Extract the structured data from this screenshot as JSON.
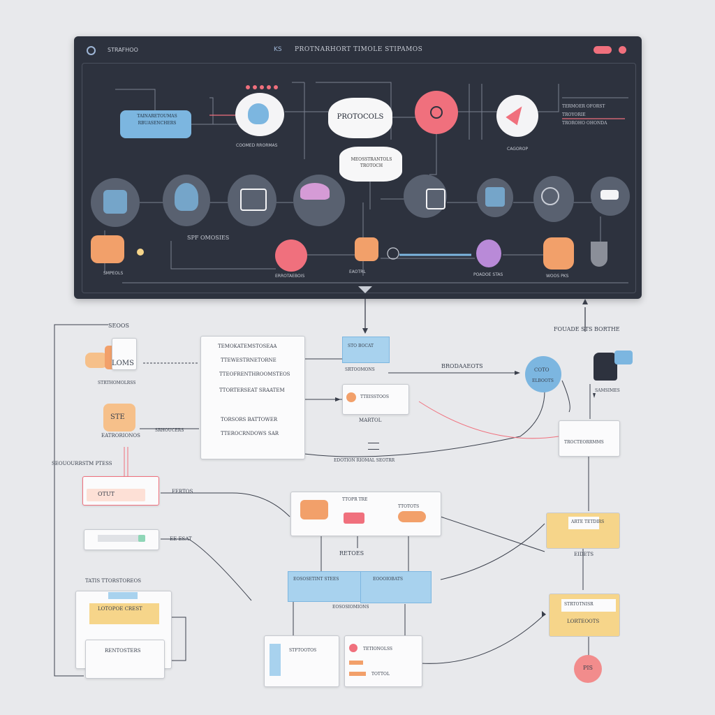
{
  "window": {
    "title": "PROTNARHORT TIMOLE STIPAMOS",
    "menu_label": "STRAFHOO",
    "back_label": "KS"
  },
  "top_nodes": {
    "left_pill": "TAINARETOUMAS\nRBUASENCHERS",
    "flow_box": "PROTOCOLS",
    "speech_bubble": "MEOSSTRANTOLS\nTROTOCH",
    "right_note": "TERMOER OFORST\nTROYORIE\nTROROHO OHONDA",
    "cloud_label": "COOMED RRORMAS",
    "bubble_label": "CAGOROP",
    "row_label": "SPF OMOSIES"
  },
  "bottom_labels": {
    "l1": "SMPEOLS",
    "l2": "ERROTAEBOIS",
    "l3": "EAOTRL",
    "l4": "POADOE STAS",
    "l5": "WOOS PKS"
  },
  "diagram": {
    "top_left_label": "SEOOS",
    "top_right_label": "FOUADE STS BORTHE",
    "left_node_1": "LOMS",
    "left_node_1_sub": "STRTHOMOLRSS",
    "left_node_2": "STE",
    "left_node_2_sub": "EATRORIONOS",
    "left_node_2_side": "SRHOUCERS",
    "left_caption": "SEOUOURRSTM PTESS",
    "panel_rows": [
      "TEMOKATEMSTOSEAA",
      "TTEWESTRNETORNE",
      "TTEOFRENTHROOMSTEOS",
      "TTORTERSEAT SRAATEM",
      "TORSORS BATTOWER",
      "TTEROCRNDOWS SAR"
    ],
    "center_top_box": "STO BOCAT",
    "center_top_label": "SRTOOMONS",
    "center_card": "TTEISSTOOS",
    "center_card_sub": "MARTOL",
    "center_conn_label": "EDOTION RIOMAL SEOTRR",
    "side_label": "BRODAAEOTS",
    "right_bubble": "COTO",
    "right_bubble_sub": "ELBOOTS",
    "right_node_label": "SAMSIMES",
    "right_box_1": "TROCTEORRMMS",
    "left_mid_1": "OTUT",
    "left_mid_1_label": "FERTOS",
    "left_mid_2_label": "EE ESAT",
    "left_mid_caption": "TATIS TTORSTOREOS",
    "mid_wide_label": "TTOPR TRE",
    "mid_wide_right": "TTOTOTS",
    "mid_label_below": "RETOES",
    "mid_blue_left": "EOSOSETINT STEES",
    "mid_blue_right": "EOOOIOBATS",
    "mid_blue_caption": "EOSOSIOMIONS",
    "bottom_left_header": "LOTOPOE CREST",
    "bottom_left_sub": "RENTOSTERS",
    "bottom_mid_left": "STFTOOTOS",
    "bottom_mid_right": "TETIONOLSS",
    "bottom_small": "TOTTOL",
    "right_yellow_1": "ARTE TETDIRS",
    "right_yellow_1_label": "EIDETS",
    "right_yellow_2": "LORTEOOTS",
    "right_yellow_2_header": "STRTOTNISR",
    "bottom_circle": "PIS"
  },
  "colors": {
    "panel": "#2d323e",
    "accent_blue": "#7cb6e0",
    "accent_pink": "#f0707d",
    "accent_orange": "#f2a06a",
    "accent_yellow": "#f6d58a",
    "accent_purple": "#b98ad8"
  }
}
